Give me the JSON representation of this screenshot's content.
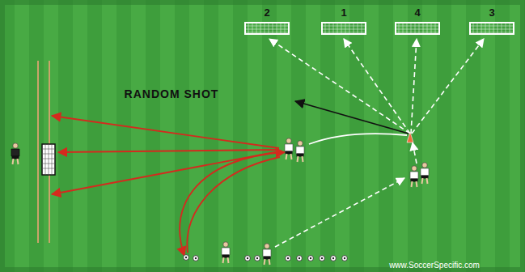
{
  "diagram": {
    "labels": [
      "2",
      "1",
      "4",
      "3",
      "RANDOM SHOT",
      "www.SoccerSpecific.com"
    ]
  }
}
